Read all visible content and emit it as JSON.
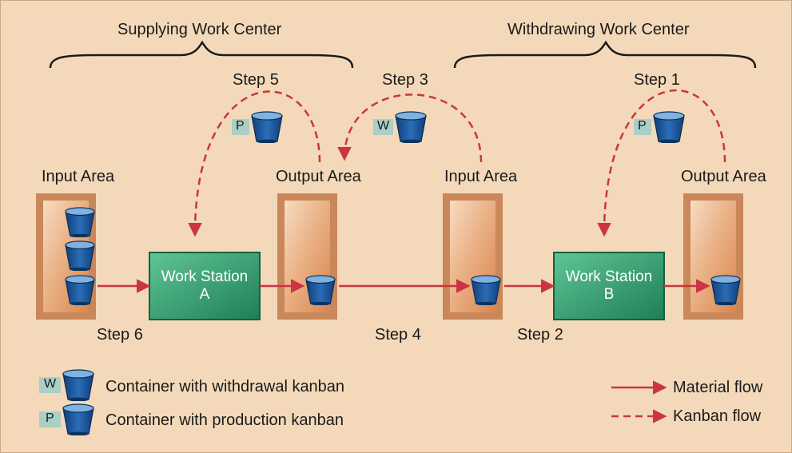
{
  "braces": {
    "supplying": "Supplying Work Center",
    "withdrawing": "Withdrawing Work Center"
  },
  "steps": {
    "step1": "Step 1",
    "step2": "Step 2",
    "step3": "Step 3",
    "step4": "Step 4",
    "step5": "Step 5",
    "step6": "Step 6"
  },
  "areas": {
    "input_1": "Input Area",
    "output_1": "Output Area",
    "input_2": "Input Area",
    "output_2": "Output Area"
  },
  "work_stations": {
    "a_line1": "Work Station",
    "a_line2": "A",
    "b_line1": "Work Station",
    "b_line2": "B"
  },
  "kanban_tags": {
    "production": "P",
    "withdrawal": "W"
  },
  "legend": {
    "withdrawal_container": "Container with withdrawal kanban",
    "production_container": "Container with production kanban",
    "material_flow": "Material flow",
    "kanban_flow": "Kanban flow"
  },
  "colors": {
    "background": "#f3d9b9",
    "area_fill": "#e7a16c",
    "work_station": "#2f9a6b",
    "bucket": "#1e5aa0",
    "arrow": "#cc3344",
    "tag": "#a9cfc6"
  },
  "icons": {
    "container": "bucket-icon",
    "material_arrow": "solid-arrow-icon",
    "kanban_arrow": "dashed-arrow-icon"
  }
}
